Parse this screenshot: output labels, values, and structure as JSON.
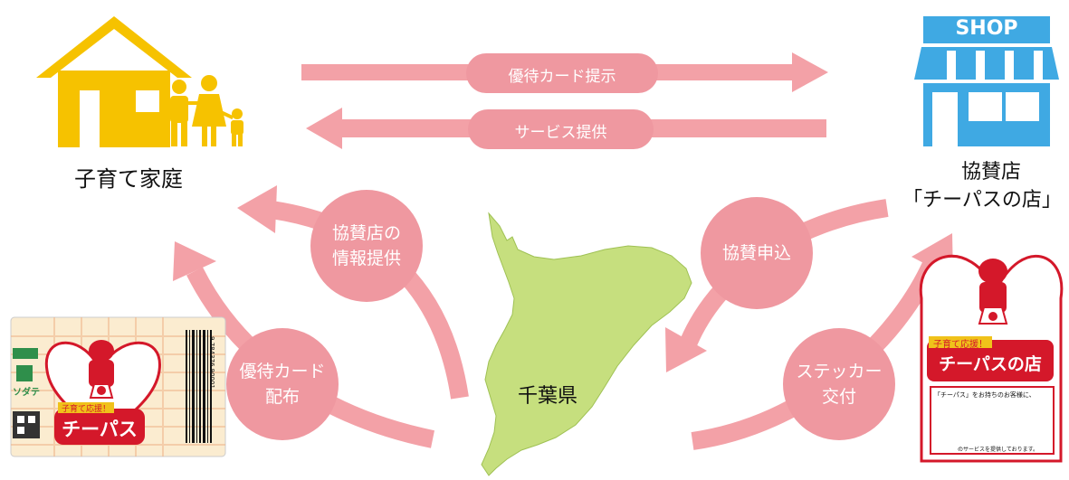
{
  "colors": {
    "arrow": "#f3a1a7",
    "bubble": "#ef98a0",
    "house": "#f6c200",
    "shop": "#3fa9e3",
    "chiba": "#c6df7e",
    "card_red": "#d4182a"
  },
  "nodes": {
    "family": {
      "label": "子育て家庭",
      "icon": "house-family-icon"
    },
    "shop": {
      "line1": "協賛店",
      "line2": "「チーパスの店」",
      "sign": "SHOP",
      "icon": "shop-icon"
    },
    "chiba": {
      "label": "千葉県",
      "icon": "chiba-map"
    }
  },
  "flows": {
    "card_present": "優待カード提示",
    "service": "サービス提供",
    "shop_info_line1": "協賛店の",
    "shop_info_line2": "情報提供",
    "card_dist_line1": "優待カード",
    "card_dist_line2": "配布",
    "apply": "協賛申込",
    "sticker_line1": "ステッカー",
    "sticker_line2": "交付"
  },
  "card": {
    "name": "チーパス",
    "ribbon": "子育て応援！",
    "side_label": "ソダテ",
    "barcode_number": "9 784376 90001"
  },
  "sticker": {
    "name": "チーパスの店",
    "ribbon": "子育て応援！",
    "text": "「チーパス」をお持ちのお客様に、",
    "footer": "のサービスを提供しております。"
  }
}
